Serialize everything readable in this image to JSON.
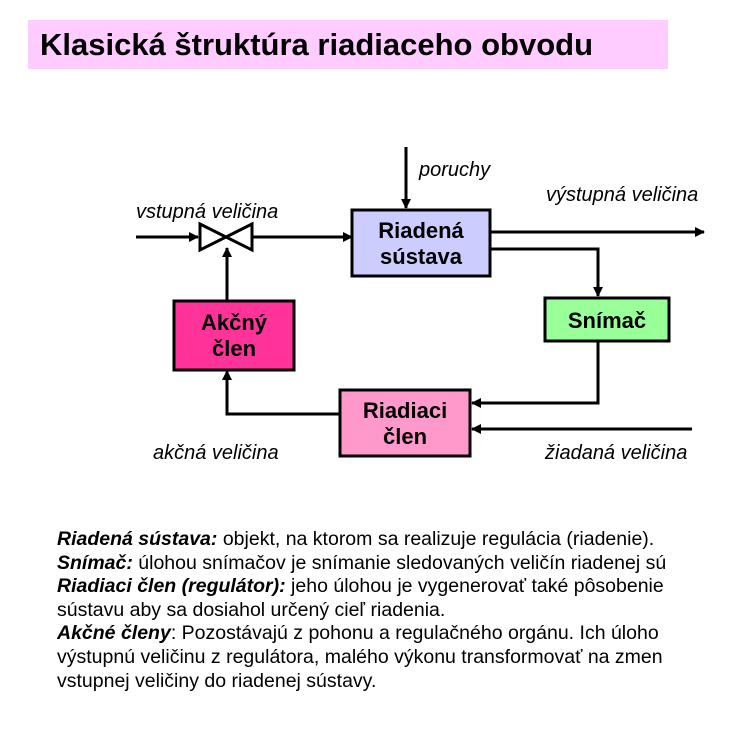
{
  "title": "Klasická štruktúra riadiaceho obvodu",
  "diagram": {
    "labels": {
      "input": "vstupná veličina",
      "disturbances": "poruchy",
      "output": "výstupná veličina",
      "action": "akčná veličina",
      "setpoint": "žiadaná veličina"
    },
    "blocks": {
      "plant": {
        "line1": "Riadená",
        "line2": "sústava",
        "color": "#ccccff"
      },
      "sensor": {
        "line1": "Snímač",
        "color": "#99ff99"
      },
      "controller": {
        "line1": "Riadiaci",
        "line2": "člen",
        "color": "#ff99cc"
      },
      "actuator": {
        "line1": "Akčný",
        "line2": "člen",
        "color": "#ff3399"
      }
    }
  },
  "descriptions": [
    {
      "term": "Riadená sústava:",
      "text": " objekt, na ktorom sa realizuje regulácia (riadenie)."
    },
    {
      "term": "Snímač:",
      "text": " úlohou snímačov je snímanie sledovaných veličín riadenej sú"
    },
    {
      "term": "Riadiaci člen (regulátor):",
      "text": " jeho úlohou je vygenerovať také pôsobenie"
    },
    {
      "term": "",
      "text": "sústavu aby sa dosiahol určený cieľ riadenia."
    },
    {
      "term": "Akčné členy",
      "text": ": Pozostávajú z pohonu a regulačného orgánu. Ich úloho"
    },
    {
      "term": "",
      "text": "výstupnú veličinu z regulátora, malého výkonu transformovať na zmen"
    },
    {
      "term": "",
      "text": "vstupnej veličiny do riadenej sústavy."
    }
  ]
}
